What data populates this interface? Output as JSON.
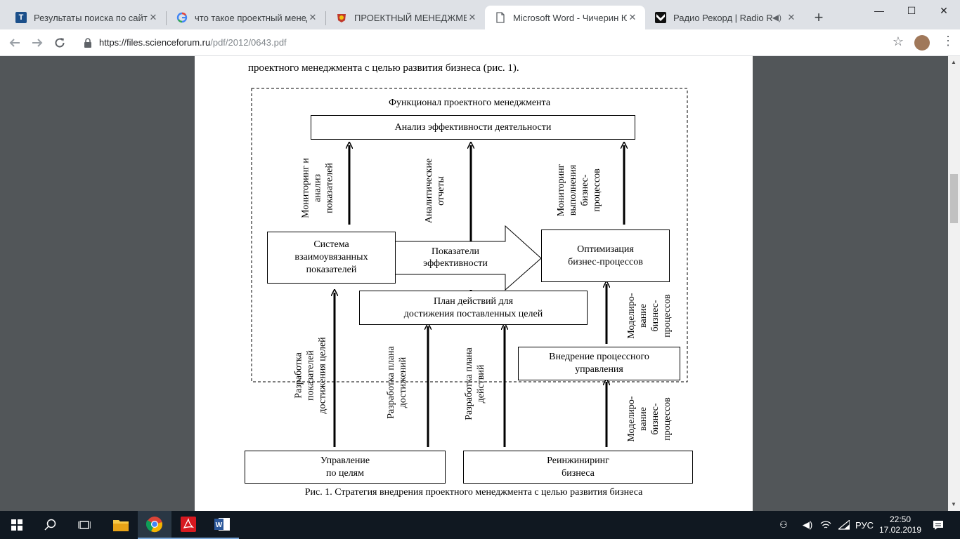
{
  "browser": {
    "tabs": [
      {
        "title": "Результаты поиска по сайту -",
        "icon": "site-t-icon",
        "active": false
      },
      {
        "title": "что такое проектный менедж",
        "icon": "google-icon",
        "active": false
      },
      {
        "title": "ПРОЕКТНЫЙ МЕНЕДЖМЕНТ:",
        "icon": "site-emblem-icon",
        "active": false
      },
      {
        "title": "Microsoft Word - Чичерин Ю",
        "icon": "document-icon",
        "active": true
      },
      {
        "title": "Радио Рекорд | Radio Rec",
        "icon": "record-icon",
        "active": false
      }
    ],
    "new_tab": "+",
    "url_host": "https://files.scienceforum.ru",
    "url_path": "/pdf/2012/0643.pdf",
    "window_buttons": [
      "—",
      "☐",
      "✕"
    ]
  },
  "document": {
    "intro_line": "проектного менеджмента с целью развития бизнеса (рис. 1).",
    "figure": {
      "frame_title": "Функционал проектного менеджмента",
      "top_box": "Анализ эффективности деятельности",
      "left_box": "Система\nвзаимоувязанных\nпоказателей",
      "center_arrow": "Показатели\nэффективности",
      "right_box": "Оптимизация\nбизнес-процессов",
      "plan_box": "План действий для\nдостижения поставленных целей",
      "impl_box": "Внедрение процессного\nуправления",
      "mgmt_box": "Управление\nпо целям",
      "reeng_box": "Реинжиниринг\nбизнеса",
      "label_monitoring_left": "Мониторинг и\nанализ\nпоказателей",
      "label_reports": "Аналитические\nотчеты",
      "label_monitoring_right": "Мониторинг\nвыполнения\nбизнес-\nпроцессов",
      "label_modeling_upper": "Моделиро-\nвание\nбизнес-\nпроцессов",
      "label_targets": "Разработка\nпоказателей\nдостижения целей",
      "label_plan_achieve": "Разработка плана\nдостижений",
      "label_plan_actions": "Разработка плана\nдействий",
      "label_modeling_lower": "Моделиро-\nвание\nбизнес-\nпроцессов"
    },
    "caption": "Рис. 1. Стратегия внедрения проектного менеджмента с целью развития бизнеса"
  },
  "taskbar": {
    "language": "РУС",
    "time": "22:50",
    "date": "17.02.2019"
  }
}
